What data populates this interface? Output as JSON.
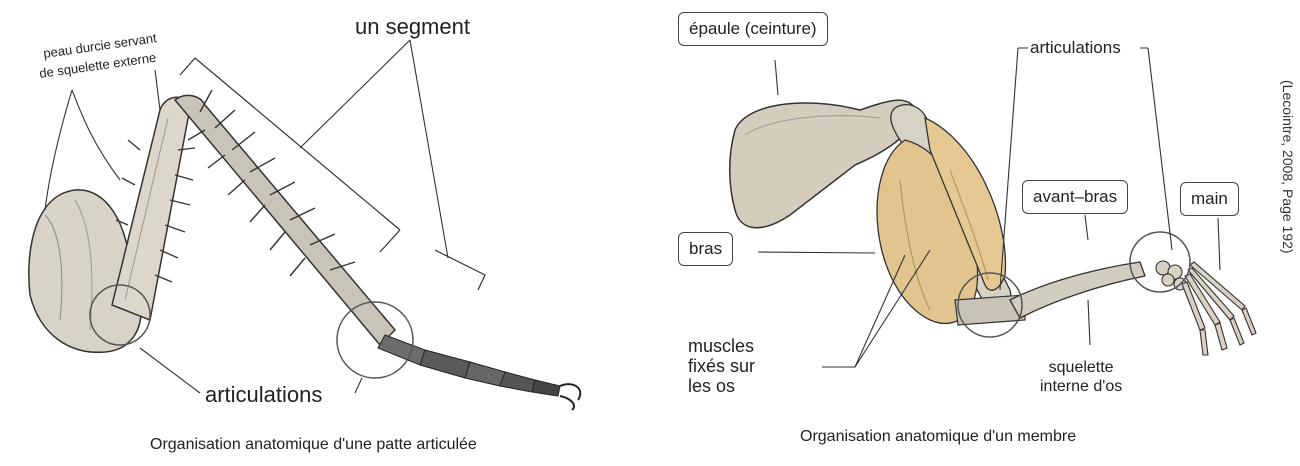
{
  "left_figure": {
    "label_skin": "peau durcie servant",
    "label_skin_2": "de squelette externe",
    "label_segment": "un segment",
    "label_articulations": "articulations",
    "caption": "Organisation anatomique d'une patte articulée"
  },
  "right_figure": {
    "label_shoulder": "épaule (ceinture)",
    "label_articulations": "articulations",
    "label_forearm": "avant–bras",
    "label_hand": "main",
    "label_arm": "bras",
    "label_muscles_1": "muscles",
    "label_muscles_2": "fixés sur",
    "label_muscles_3": "les os",
    "label_skeleton_1": "squelette",
    "label_skeleton_2": "interne d'os",
    "caption": "Organisation anatomique d'un membre"
  },
  "credit": "(Lecointre, 2008, Page 192)",
  "colors": {
    "exoskeleton": "#d9d4c7",
    "bone": "#d6d0c2",
    "muscle": "#e2c48f",
    "outline": "#333333"
  }
}
